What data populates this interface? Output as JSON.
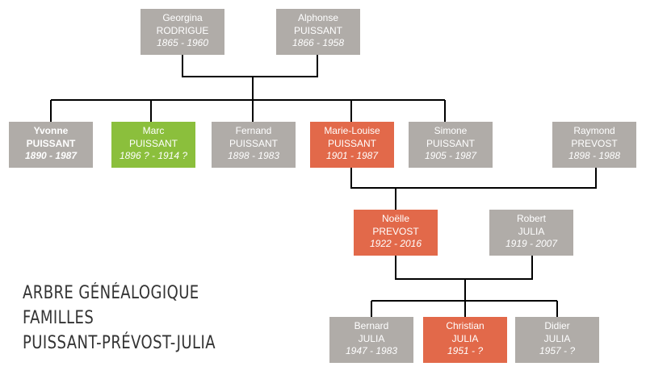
{
  "title": {
    "line1": "ARBRE GÉNÉALOGIQUE",
    "line2": "FAMILLES",
    "line3": "PUISSANT-PRÉVOST-JULIA"
  },
  "colors": {
    "grey": "#b0aca8",
    "orange": "#e2694a",
    "green": "#8bbf3c",
    "line": "#000000"
  },
  "people": {
    "georgina": {
      "first": "Georgina",
      "last": "RODRIGUE",
      "dates": "1865 - 1960"
    },
    "alphonse": {
      "first": "Alphonse",
      "last": "PUISSANT",
      "dates": "1866 - 1958"
    },
    "yvonne": {
      "first": "Yvonne",
      "last": "PUISSANT",
      "dates": "1890 - 1987"
    },
    "marc": {
      "first": "Marc",
      "last": "PUISSANT",
      "dates": "1896 ? - 1914 ?"
    },
    "fernand": {
      "first": "Fernand",
      "last": "PUISSANT",
      "dates": "1898 - 1983"
    },
    "marie_louise": {
      "first": "Marie-Louise",
      "last": "PUISSANT",
      "dates": "1901 - 1987"
    },
    "simone": {
      "first": "Simone",
      "last": "PUISSANT",
      "dates": "1905 - 1987"
    },
    "raymond": {
      "first": "Raymond",
      "last": "PREVOST",
      "dates": "1898 - 1988"
    },
    "noelle": {
      "first": "Noëlle",
      "last": "PREVOST",
      "dates": "1922 - 2016"
    },
    "robert": {
      "first": "Robert",
      "last": "JULIA",
      "dates": "1919 - 2007"
    },
    "bernard": {
      "first": "Bernard",
      "last": "JULIA",
      "dates": "1947 - 1983"
    },
    "christian": {
      "first": "Christian",
      "last": "JULIA",
      "dates": "1951 -  ?"
    },
    "didier": {
      "first": "Didier",
      "last": "JULIA",
      "dates": "1957 - ?"
    }
  }
}
